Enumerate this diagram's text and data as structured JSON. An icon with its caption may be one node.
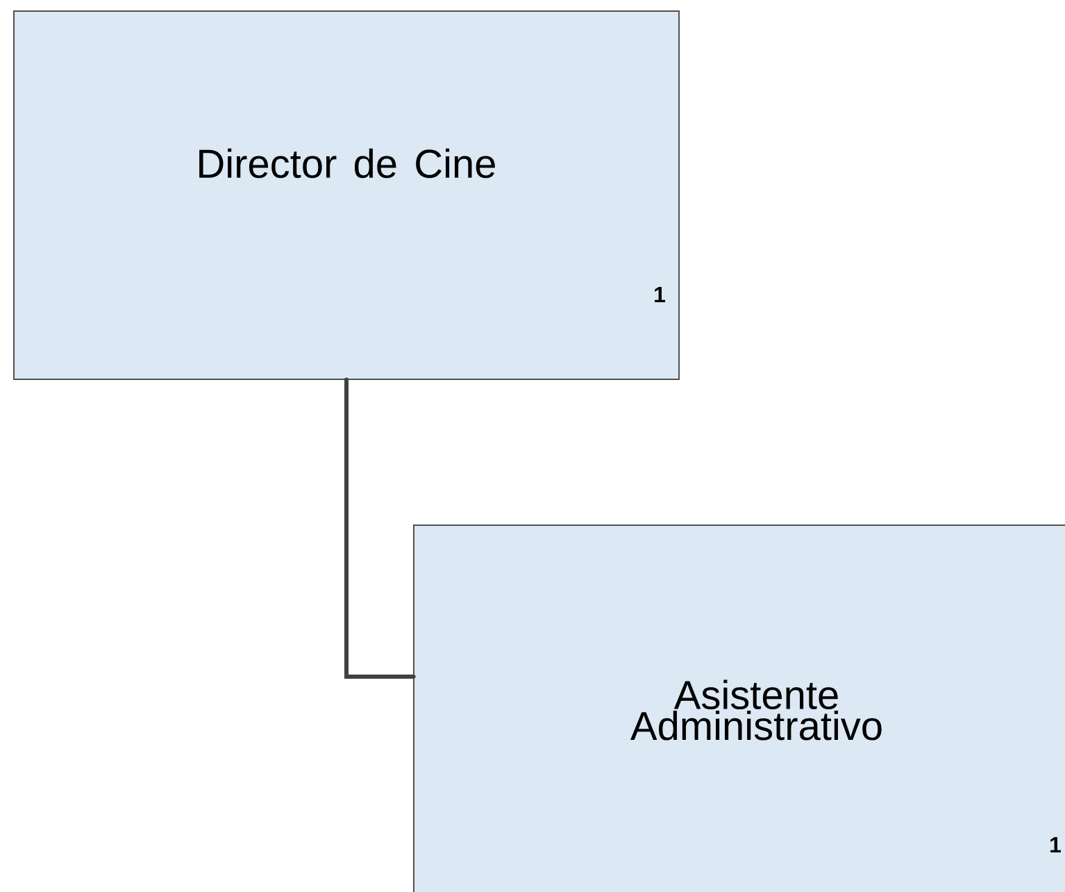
{
  "diagram": {
    "nodes": [
      {
        "text": [
          "Director de Cine",
          "1"
        ]
      },
      {
        "text": [
          "Asistente Administrativo",
          "1"
        ]
      }
    ],
    "edges": [
      {
        "from": 0,
        "to": 1,
        "arrow": "none"
      }
    ]
  }
}
